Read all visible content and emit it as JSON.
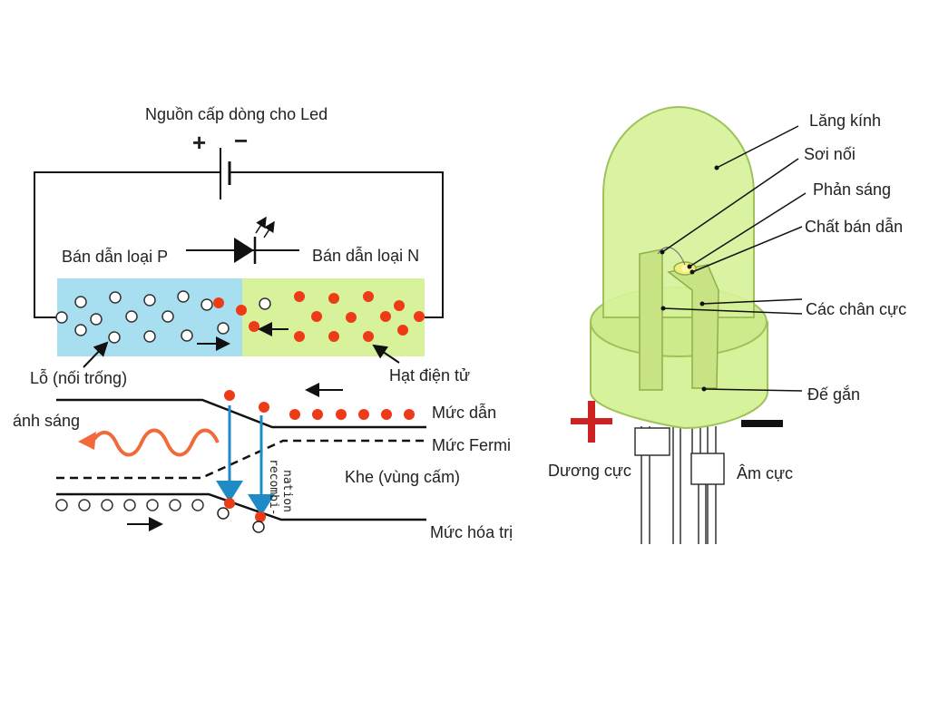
{
  "colors": {
    "p_region": "#a8dff0",
    "n_region": "#d7f29a",
    "electron": "#ee3b17",
    "wire": "#111111",
    "photon": "#f06a3a",
    "recomb_arrow": "#1f8bc6",
    "lens_fill": "#d6f29a",
    "lens_stroke": "#9fc25a",
    "plus_sign": "#cc2222"
  },
  "circuit": {
    "power_supply": "Nguồn cấp dòng cho Led",
    "plus": "+",
    "minus": "−",
    "p_type": "Bán dẫn loại P",
    "n_type": "Bán dẫn loại N",
    "hole": "Lỗ (nối trống)",
    "electron": "Hạt điện tử"
  },
  "band": {
    "light": "ánh sáng",
    "conduction": "Mức dẫn",
    "fermi": "Mức Fermi",
    "gap": "Khe (vùng cấm)",
    "valence": "Mức hóa trị",
    "recombination_1": "recombi-",
    "recombination_2": "nation"
  },
  "led": {
    "lens": "Lăng kính",
    "wire": "Sơi nối",
    "reflector": "Phản sáng",
    "semiconductor": "Chất bán dẫn",
    "leads": "Các chân cực",
    "base": "Đế gắn",
    "anode": "Dương cực",
    "cathode": "Âm cực",
    "plus": "+",
    "minus": "−"
  }
}
